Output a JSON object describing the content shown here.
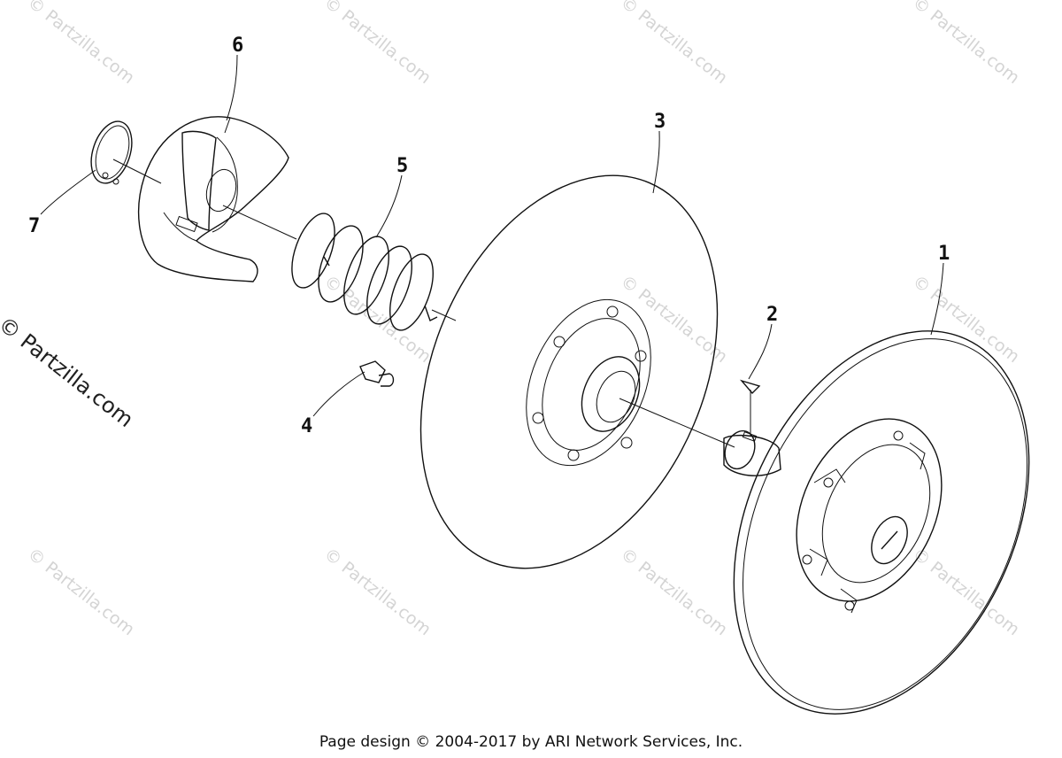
{
  "watermarks": {
    "text": "© Partzilla.com",
    "side_text": "© Partzilla.com"
  },
  "callouts": [
    {
      "label": "1",
      "part": "driven clutch fixed sheave"
    },
    {
      "label": "2",
      "part": "key"
    },
    {
      "label": "3",
      "part": "movable sheave"
    },
    {
      "label": "4",
      "part": "slider button"
    },
    {
      "label": "5",
      "part": "spring"
    },
    {
      "label": "6",
      "part": "helix cam"
    },
    {
      "label": "7",
      "part": "snap ring"
    }
  ],
  "footer": "Page design © 2004-2017 by ARI Network Services, Inc."
}
